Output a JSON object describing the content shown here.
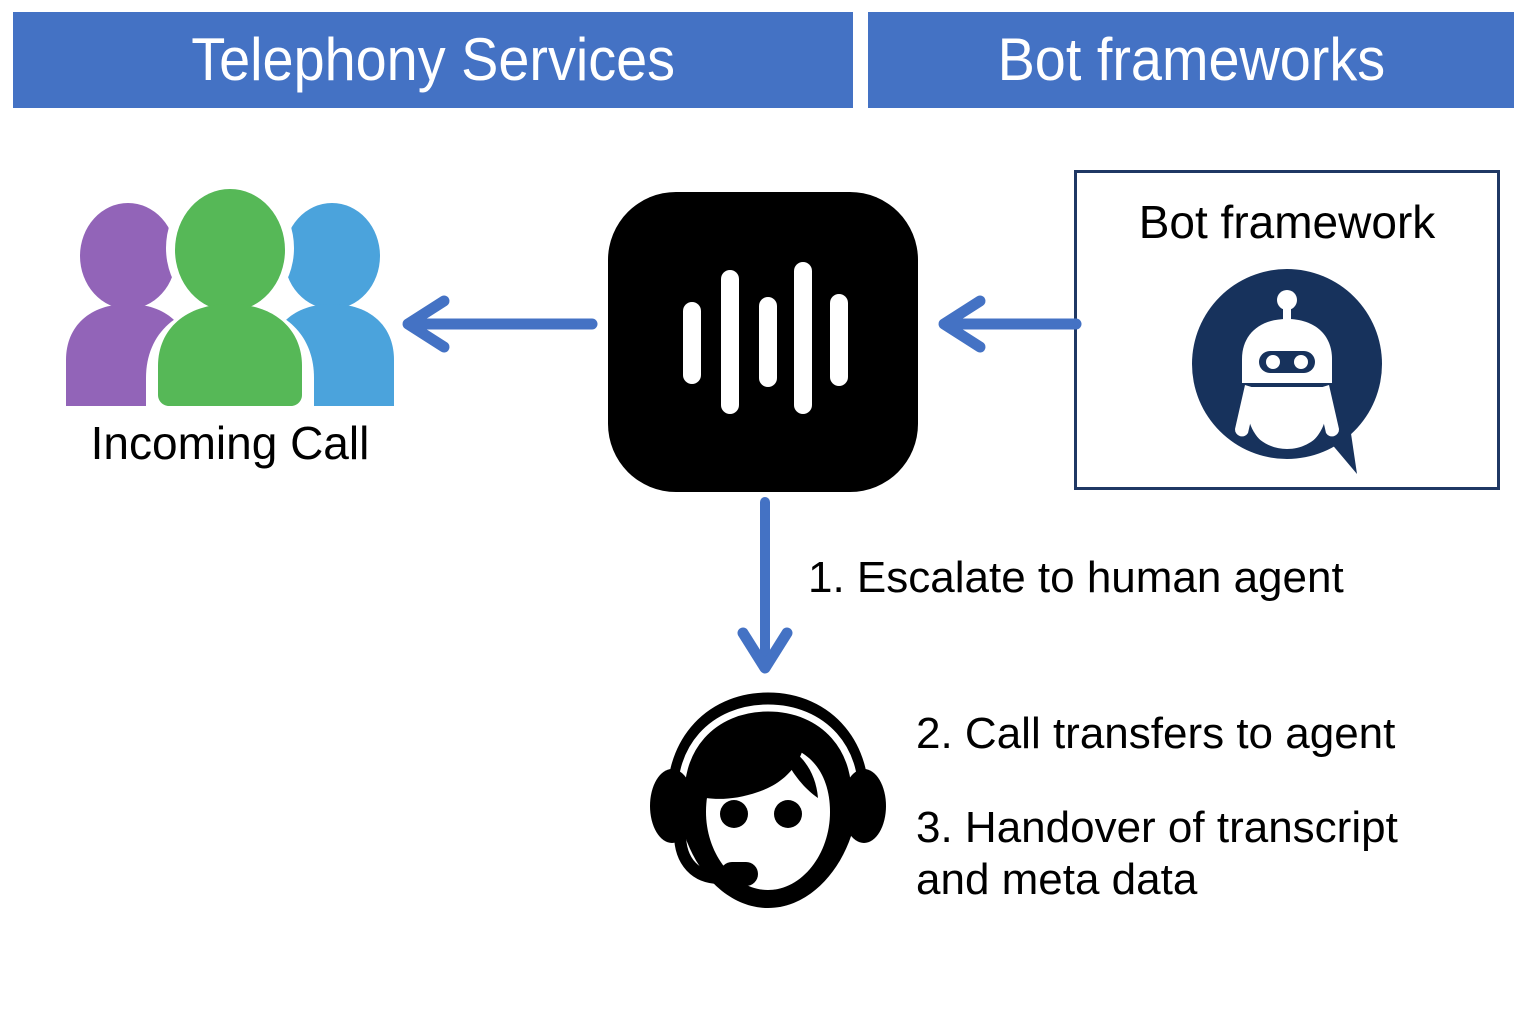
{
  "headers": {
    "telephony": "Telephony Services",
    "bot": "Bot frameworks"
  },
  "nodes": {
    "incoming_call": {
      "label": "Incoming Call",
      "icon": "people-group-icon",
      "colors": {
        "left_person": "#9264B8",
        "center_person": "#56B857",
        "right_person": "#4BA3DC"
      }
    },
    "voice_platform": {
      "icon": "audio-waveform-icon",
      "background": "#000000",
      "bar_color": "#ffffff"
    },
    "bot_framework": {
      "title": "Bot framework",
      "icon": "chat-bot-icon",
      "border_color": "#1F3864",
      "icon_color": "#17325C"
    },
    "human_agent": {
      "icon": "headset-agent-icon",
      "color": "#000000"
    }
  },
  "arrows": {
    "color": "#4472C4",
    "to_people": "arrow-left-icon",
    "from_bot": "arrow-left-icon",
    "to_agent": "arrow-down-icon"
  },
  "steps": [
    {
      "label": "1. Escalate to human agent"
    },
    {
      "label": "2. Call transfers to agent"
    },
    {
      "label": "3. Handover of transcript and meta data"
    }
  ],
  "palette": {
    "banner_blue": "#4472C4",
    "arrow_blue": "#4472C4",
    "navy": "#1F3864",
    "black": "#000000",
    "white": "#ffffff"
  }
}
